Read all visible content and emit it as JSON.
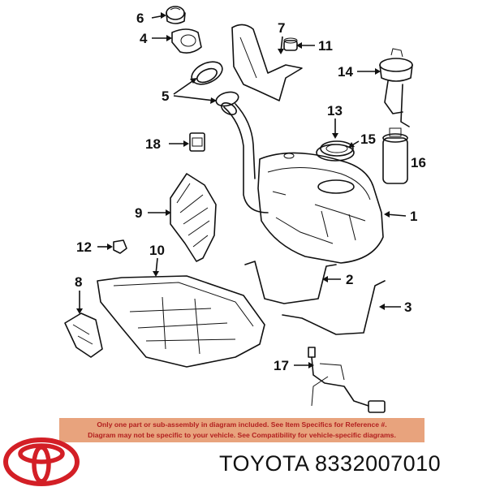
{
  "callouts": [
    "6",
    "4",
    "5",
    "7",
    "11",
    "14",
    "13",
    "15",
    "16",
    "18",
    "9",
    "1",
    "12",
    "10",
    "2",
    "8",
    "3",
    "17"
  ],
  "notice": {
    "line1": "Only one part or sub-assembly in diagram included. See Item Specifics for Reference #.",
    "line2": "Diagram may not be specific to your vehicle. See Compatibility for vehicle-specific diagrams."
  },
  "brand_line": "TOYOTA 8332007010",
  "colors": {
    "notice_bg": "#e8a37d",
    "notice_text": "#b21f1f",
    "logo_red": "#d31f26",
    "line": "#111111"
  }
}
